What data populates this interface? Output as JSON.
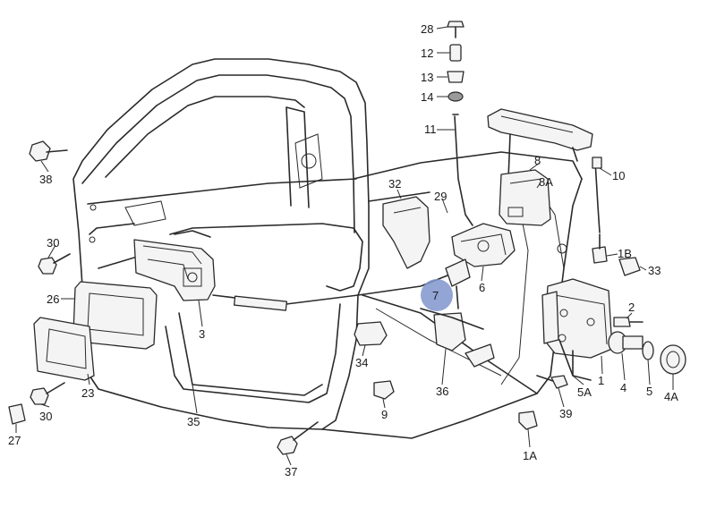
{
  "highlight": {
    "part_number": "7",
    "color": "#7f95cc"
  },
  "callouts": {
    "p28": "28",
    "p12": "12",
    "p13": "13",
    "p14": "14",
    "p11": "11",
    "p10": "10",
    "p8": "8",
    "p8a": "8A",
    "p1b": "1B",
    "p33": "33",
    "p32": "32",
    "p29": "29",
    "p6": "6",
    "p7": "7",
    "p38": "38",
    "p30a": "30",
    "p26": "26",
    "p3": "3",
    "p23": "23",
    "p30b": "30",
    "p27": "27",
    "p35": "35",
    "p37": "37",
    "p34": "34",
    "p9": "9",
    "p36": "36",
    "p39": "39",
    "p1a": "1A",
    "p5a": "5A",
    "p1": "1",
    "p2": "2",
    "p4": "4",
    "p5": "5",
    "p4a": "4A"
  }
}
